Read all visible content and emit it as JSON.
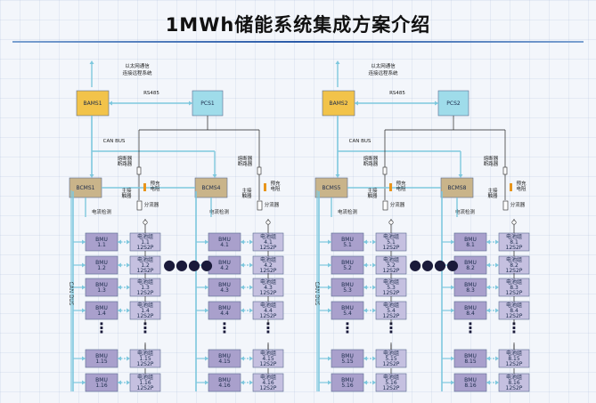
{
  "title": "1MWh储能系统集成方案介绍",
  "labels": {
    "ethernet": "以太网通信",
    "remote": "连接远程系统",
    "rs485": "RS485",
    "canbus": "CAN BUS",
    "canbus_v": "CAN BUS",
    "fuse_breaker_line1": "熔断器",
    "fuse_breaker_line2": "断路器",
    "main_contactor_line1": "主接",
    "main_contactor_line2": "触器",
    "precharge_line1": "预充",
    "precharge_line2": "电阻",
    "shunt": "分流器",
    "current_detect": "电流检测",
    "bmu_ellipsis": "⋮",
    "h_ellipsis": "●●●●"
  },
  "groups": [
    {
      "bams": "BAMS1",
      "pcs": "PCS1",
      "bcms_a": "BCMS1",
      "bcms_b": "BCMS4",
      "col_a": [
        {
          "bmu": "BMU\n1.1",
          "bat": "电池组\n1.1\n12S2P"
        },
        {
          "bmu": "BMU\n1.2",
          "bat": "电池组\n1.2\n12S2P"
        },
        {
          "bmu": "BMU\n1.3",
          "bat": "电池组\n1.3\n12S2P"
        },
        {
          "bmu": "BMU\n1.4",
          "bat": "电池组\n1.4\n12S2P"
        },
        {
          "bmu": "BMU\n1.15",
          "bat": "电池组\n1.15\n12S2P"
        },
        {
          "bmu": "BMU\n1.16",
          "bat": "电池组\n1.16\n12S2P"
        }
      ],
      "col_b": [
        {
          "bmu": "BMU\n4.1",
          "bat": "电池组\n4.1\n12S2P"
        },
        {
          "bmu": "BMU\n4.2",
          "bat": "电池组\n4.2\n12S2P"
        },
        {
          "bmu": "BMU\n4.3",
          "bat": "电池组\n4.3\n12S2P"
        },
        {
          "bmu": "BMU\n4.4",
          "bat": "电池组\n4.4\n12S2P"
        },
        {
          "bmu": "BMU\n4.15",
          "bat": "电池组\n4.15\n12S2P"
        },
        {
          "bmu": "BMU\n4.16",
          "bat": "电池组\n4.16\n12S2P"
        }
      ]
    },
    {
      "bams": "BAMS2",
      "pcs": "PCS2",
      "bcms_a": "BCMS5",
      "bcms_b": "BCMS8",
      "col_a": [
        {
          "bmu": "BMU\n5.1",
          "bat": "电池组\n5.1\n12S2P"
        },
        {
          "bmu": "BMU\n5.2",
          "bat": "电池组\n5.2\n12S2P"
        },
        {
          "bmu": "BMU\n5.3",
          "bat": "电池组\n5.3\n12S2P"
        },
        {
          "bmu": "BMU\n5.4",
          "bat": "电池组\n5.4\n12S2P"
        },
        {
          "bmu": "BMU\n5.15",
          "bat": "电池组\n5.15\n12S2P"
        },
        {
          "bmu": "BMU\n5.16",
          "bat": "电池组\n5.16\n12S2P"
        }
      ],
      "col_b": [
        {
          "bmu": "BMU\n8.1",
          "bat": "电池组\n8.1\n12S2P"
        },
        {
          "bmu": "BMU\n8.2",
          "bat": "电池组\n8.2\n12S2P"
        },
        {
          "bmu": "BMU\n8.3",
          "bat": "电池组\n8.3\n12S2P"
        },
        {
          "bmu": "BMU\n8.4",
          "bat": "电池组\n8.4\n12S2P"
        },
        {
          "bmu": "BMU\n8.15",
          "bat": "电池组\n8.15\n12S2P"
        },
        {
          "bmu": "BMU\n8.16",
          "bat": "电池组\n8.16\n12S2P"
        }
      ]
    }
  ],
  "colors": {
    "bams": "#f2c34a",
    "pcs": "#9fdcea",
    "bcms": "#c9b48a",
    "bmu": "#a9a0cc",
    "battery": "#c5c0e0",
    "can_line": "#7ec8de",
    "wire": "#222222",
    "fuse_orange": "#e8951c"
  }
}
